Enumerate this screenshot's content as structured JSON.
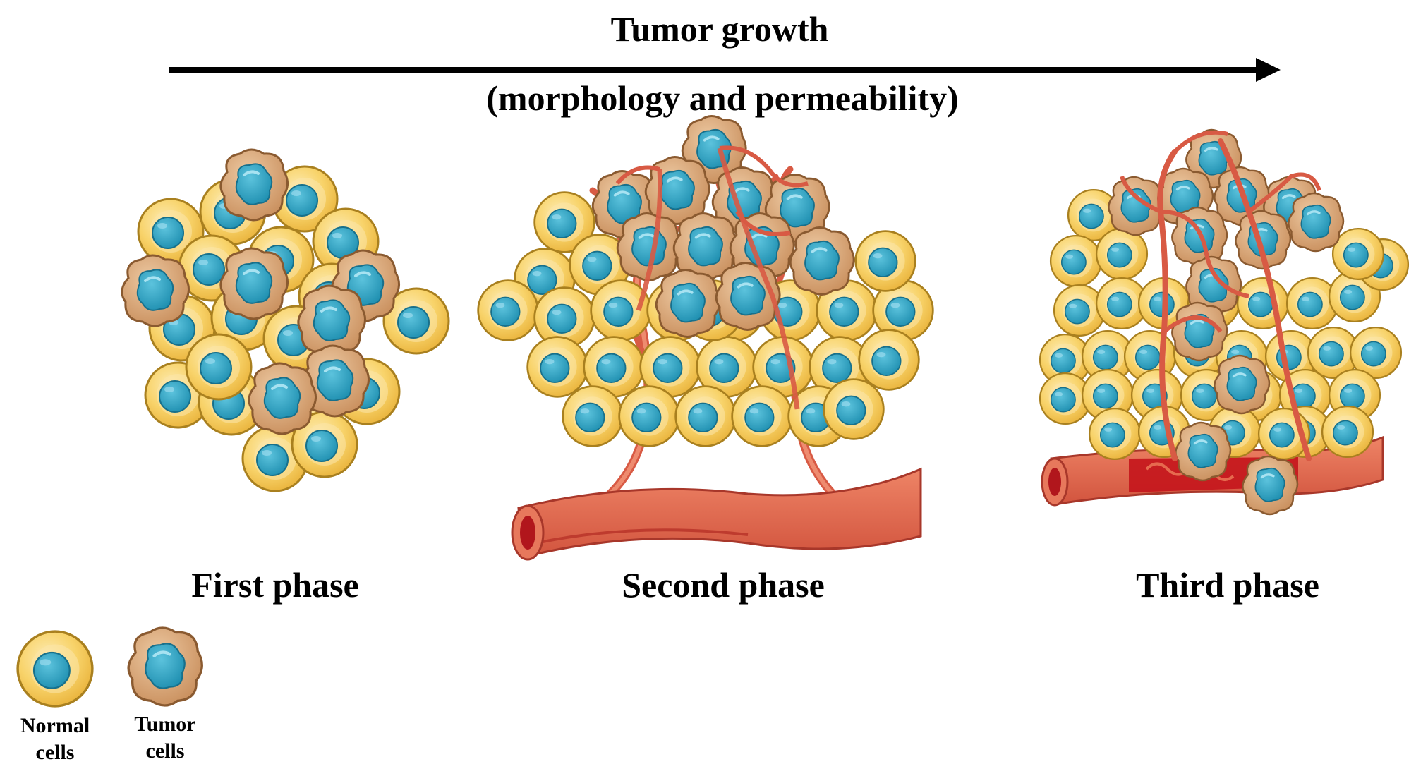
{
  "header": {
    "title": "Tumor growth",
    "subtitle": "(morphology and permeability)"
  },
  "phases": [
    {
      "label": "First phase"
    },
    {
      "label": "Second phase"
    },
    {
      "label": "Third phase"
    }
  ],
  "legend": {
    "normal": {
      "line1": "Normal",
      "line2": "cells"
    },
    "tumor": {
      "line1": "Tumor",
      "line2": "cells"
    }
  },
  "colors": {
    "normal_cell_fill": "#F7CB4F",
    "normal_cell_inner": "#FBE4A2",
    "normal_cell_stroke": "#B58B25",
    "nucleus": "#2DA5C5",
    "tumor_cell_fill": "#D7A273",
    "tumor_cell_stroke": "#8E6238",
    "vessel": "#E66A4E",
    "vessel_dark": "#B72C24",
    "blood": "#C4151C",
    "arrow": "#000000"
  }
}
